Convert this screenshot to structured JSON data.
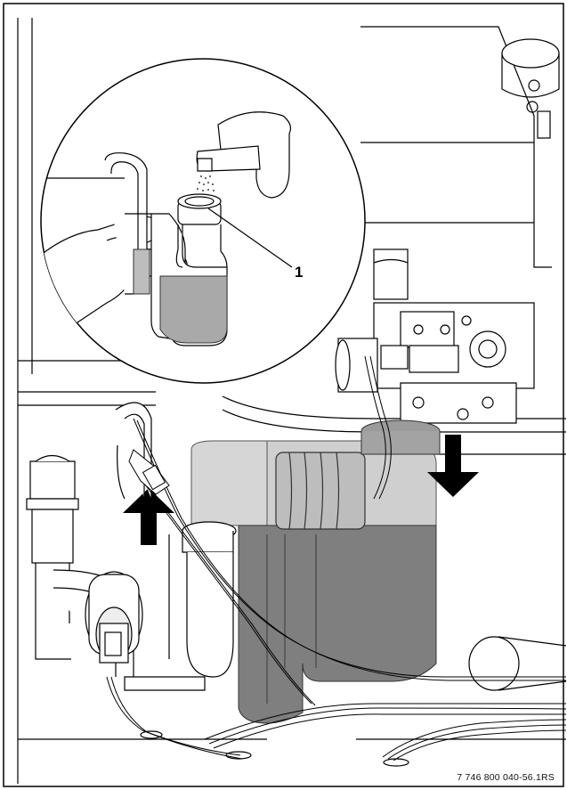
{
  "figure": {
    "callout_label": "1",
    "document_reference": "7 746 800 040-56.1RS"
  },
  "colors": {
    "line": "#000000",
    "grey_dark": "#7d7d7d",
    "grey_mid": "#a6a6a6",
    "grey_light": "#cfcfcf",
    "black_arrow": "#000000"
  },
  "icons": {
    "arrow_up": "black-up-arrow",
    "arrow_down": "black-down-arrow"
  }
}
